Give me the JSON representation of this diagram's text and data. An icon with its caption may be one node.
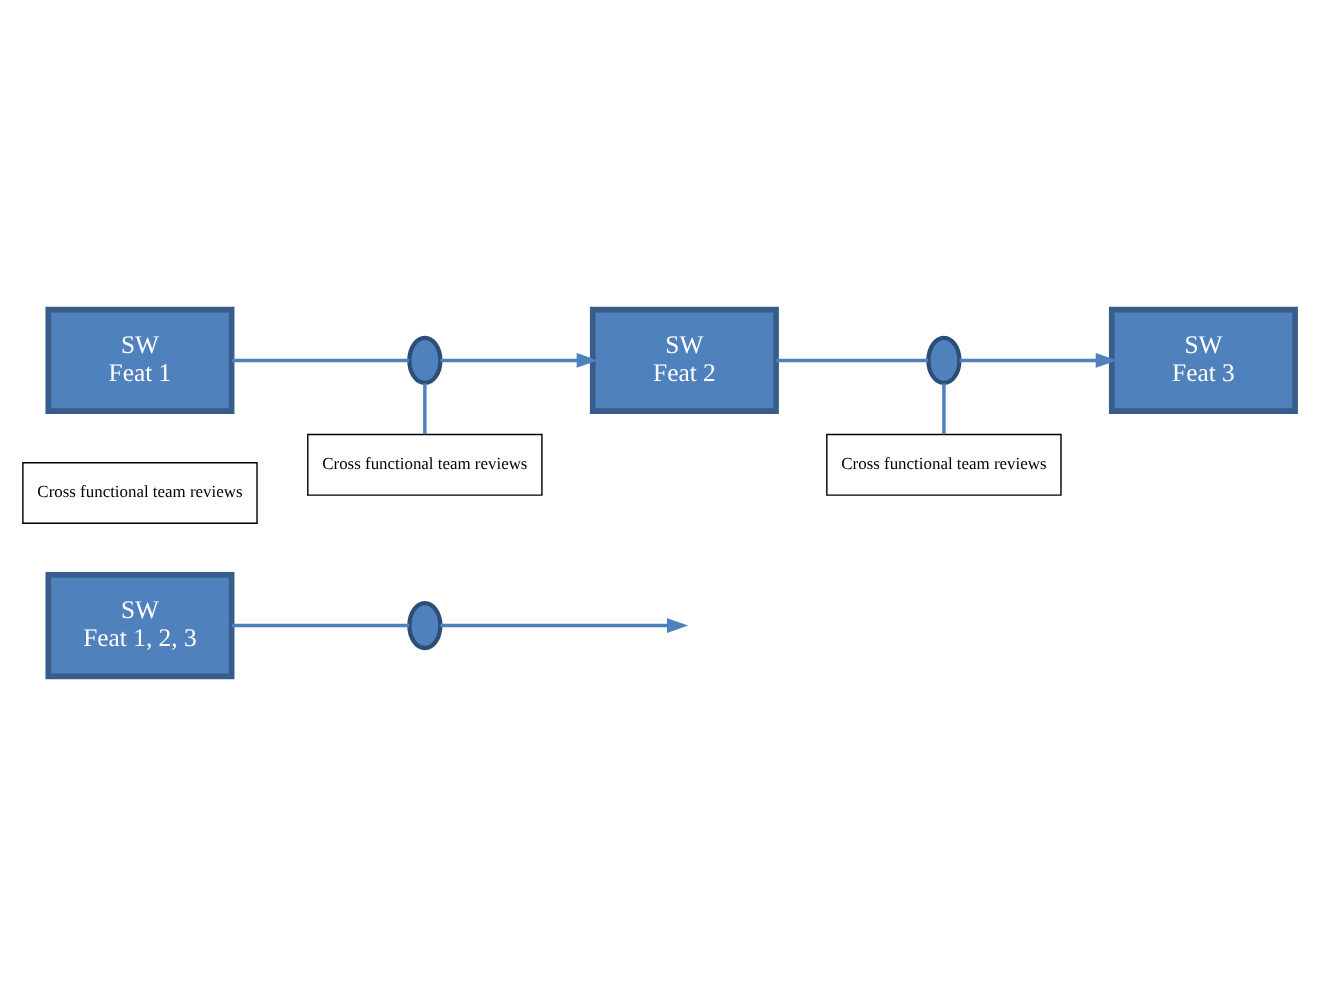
{
  "diagram": {
    "nodes": [
      {
        "text": [
          "SW",
          "Feat 1, 2, 3"
        ]
      },
      {
        "text": [],
        "shape": "ellipse"
      },
      {
        "text": [
          "Cross functional team reviews"
        ]
      },
      {
        "text": [
          "SW",
          "Feat 1"
        ]
      },
      {
        "text": [],
        "shape": "ellipse"
      },
      {
        "text": [
          "SW",
          "Feat 2"
        ]
      },
      {
        "text": [],
        "shape": "ellipse"
      },
      {
        "text": [
          "SW",
          "Feat 3"
        ]
      },
      {
        "text": [
          "Cross functional team reviews"
        ]
      },
      {
        "text": [
          "Cross functional team reviews"
        ]
      }
    ],
    "edges": [
      {
        "from": 0,
        "to": 1,
        "arrow": "none"
      },
      {
        "from": 1,
        "to": null,
        "arrow": "to"
      },
      {
        "from": 3,
        "to": 4,
        "arrow": "none"
      },
      {
        "from": 4,
        "to": 5,
        "arrow": "to"
      },
      {
        "from": 5,
        "to": 6,
        "arrow": "none"
      },
      {
        "from": 6,
        "to": 7,
        "arrow": "to"
      },
      {
        "from": 4,
        "to": 8,
        "arrow": "none"
      },
      {
        "from": 6,
        "to": 9,
        "arrow": "none"
      }
    ]
  }
}
